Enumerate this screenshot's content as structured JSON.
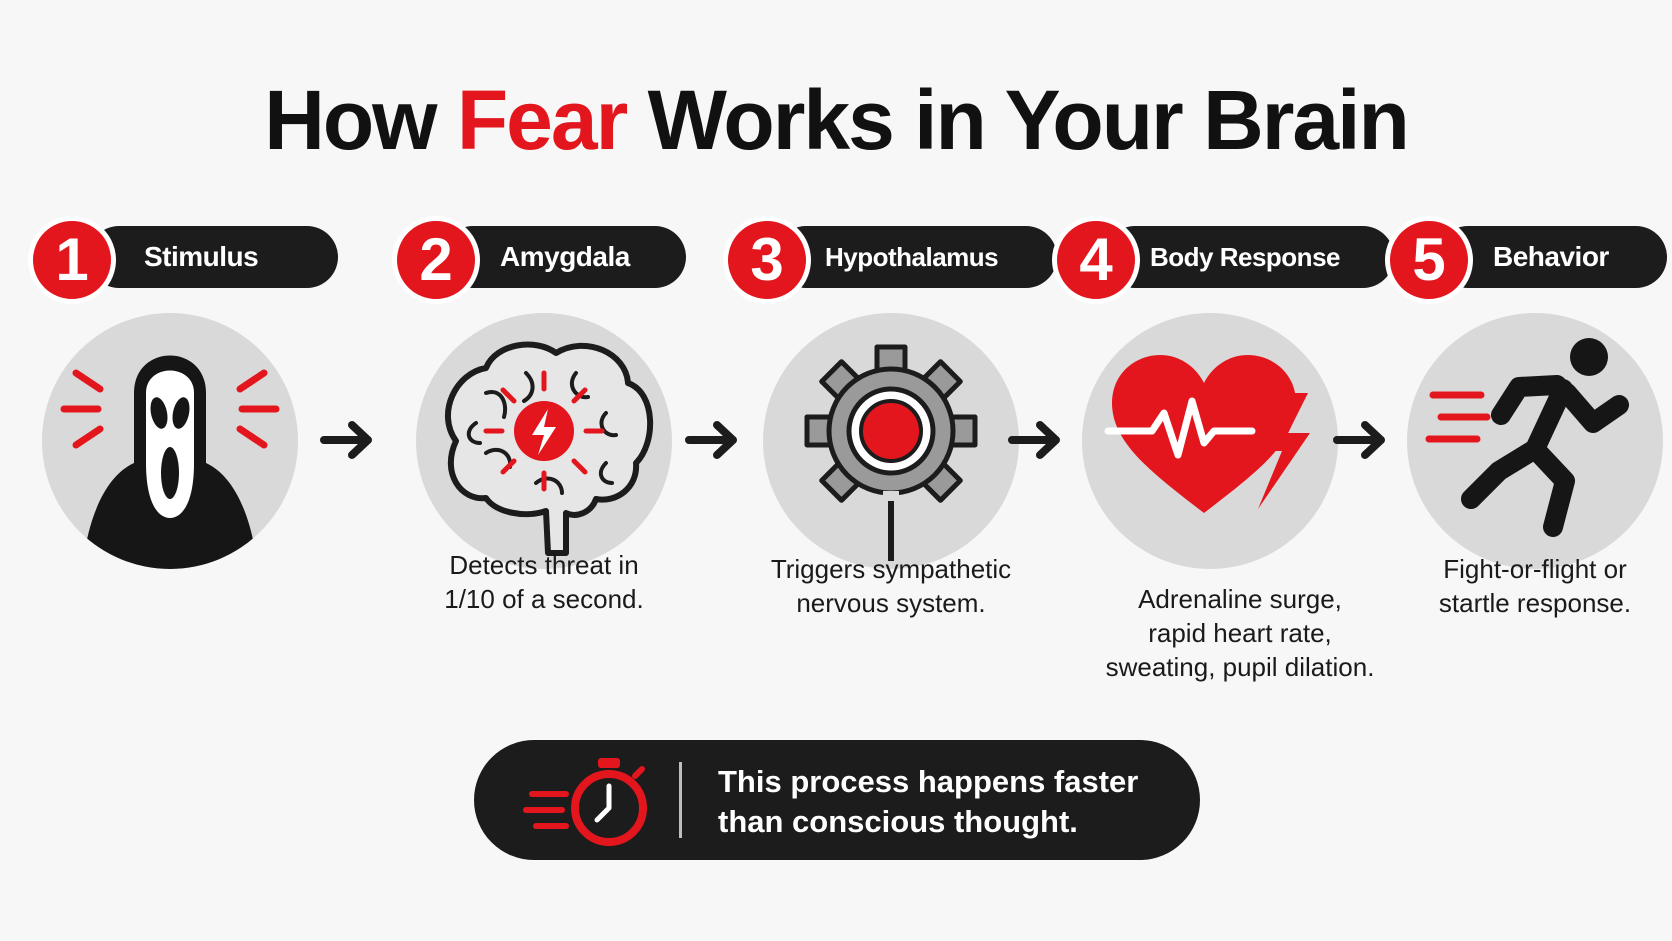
{
  "title": {
    "before": "How ",
    "accent": "Fear",
    "after": " Works in Your Brain"
  },
  "steps": [
    {
      "number": "1",
      "label": "Stimulus",
      "icon": "ghostface-mask-icon",
      "desc": []
    },
    {
      "number": "2",
      "label": "Amygdala",
      "icon": "brain-alert-icon",
      "desc": [
        "Detects threat in",
        "1/10 of a second."
      ]
    },
    {
      "number": "3",
      "label": "Hypothalamus",
      "icon": "gear-icon",
      "desc": [
        "Triggers sympathetic",
        "nervous system."
      ]
    },
    {
      "number": "4",
      "label": "Body Response",
      "icon": "heart-pulse-icon",
      "desc": [
        "Adrenaline surge,",
        "rapid heart rate,",
        "sweating, pupil dilation."
      ]
    },
    {
      "number": "5",
      "label": "Behavior",
      "icon": "running-person-icon",
      "desc": [
        "Fight-or-flight or",
        "startle response."
      ]
    }
  ],
  "banner": {
    "icon": "stopwatch-icon",
    "lines": [
      "This process happens faster",
      "than conscious thought."
    ]
  },
  "colors": {
    "accent": "#e4161d",
    "dark": "#1c1c1c",
    "circle": "#d9d9d9",
    "background": "#f7f7f7"
  }
}
